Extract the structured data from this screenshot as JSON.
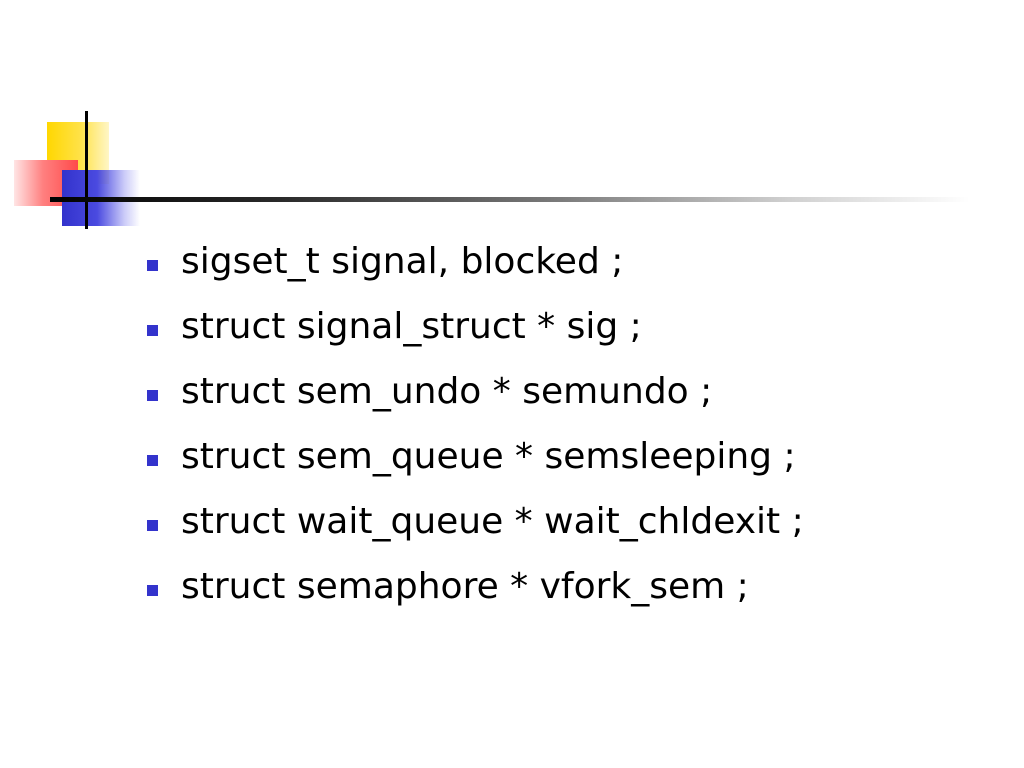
{
  "colors": {
    "bullet": "#3333cc",
    "accent_yellow": "#ffd700",
    "accent_red": "#ff4a4a",
    "accent_blue": "#3333cc",
    "text": "#000000"
  },
  "bullets": [
    "sigset_t signal, blocked ;",
    "struct signal_struct * sig ;",
    "struct sem_undo * semundo ;",
    "struct sem_queue * semsleeping ;",
    "struct wait_queue * wait_chldexit ;",
    "struct semaphore * vfork_sem ;"
  ]
}
